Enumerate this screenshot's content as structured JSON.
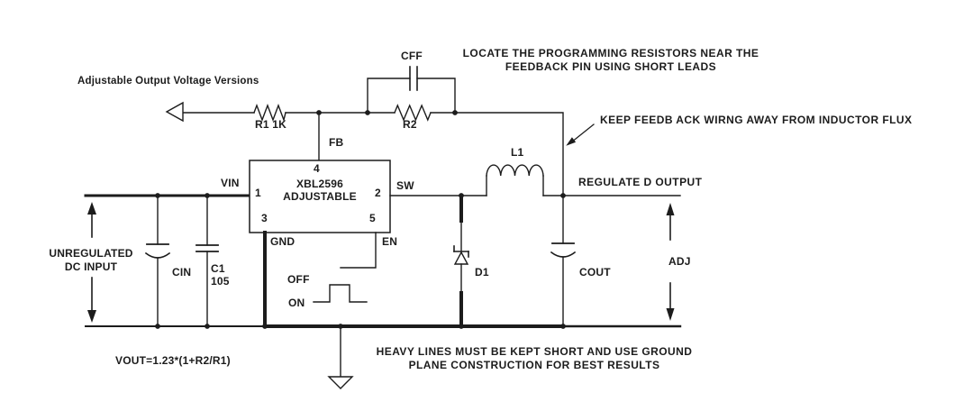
{
  "colors": {
    "ink": "#1c1c1c",
    "background": "#ffffff"
  },
  "notes": {
    "adjustable": "Adjustable Output Voltage Versions",
    "locate_line1": "LOCATE THE PROGRAMMING RESISTORS NEAR THE",
    "locate_line2": "FEEDBACK PIN USING SHORT LEADS",
    "keep_feedback": "KEEP FEEDB ACK WIRNG AWAY FROM INDUCTOR FLUX",
    "regulated_output": "REGULATE D OUTPUT",
    "unregulated_line1": "UNREGULATED",
    "unregulated_line2": "DC INPUT",
    "heavy_line1": "HEAVY LINES MUST BE KEPT SHORT AND USE GROUND",
    "heavy_line2": "PLANE CONSTRUCTION FOR BEST RESULTS",
    "formula": "VOUT=1.23*(1+R2/R1)",
    "adj": "ADJ"
  },
  "ic": {
    "part": "XBL2596",
    "variant": "ADJUSTABLE",
    "pin1": "1",
    "pin2": "2",
    "pin3": "3",
    "pin4": "4",
    "pin5": "5",
    "vin": "VIN",
    "sw": "SW",
    "gnd": "GND",
    "en": "EN",
    "fb": "FB"
  },
  "components": {
    "r1": "R1 1K",
    "r2": "R2",
    "cff": "CFF",
    "cin": "CIN",
    "c1": "C1",
    "c1_value": "105",
    "l1": "L1",
    "d1": "D1",
    "cout": "COUT"
  },
  "enable": {
    "off": "OFF",
    "on": "ON"
  }
}
